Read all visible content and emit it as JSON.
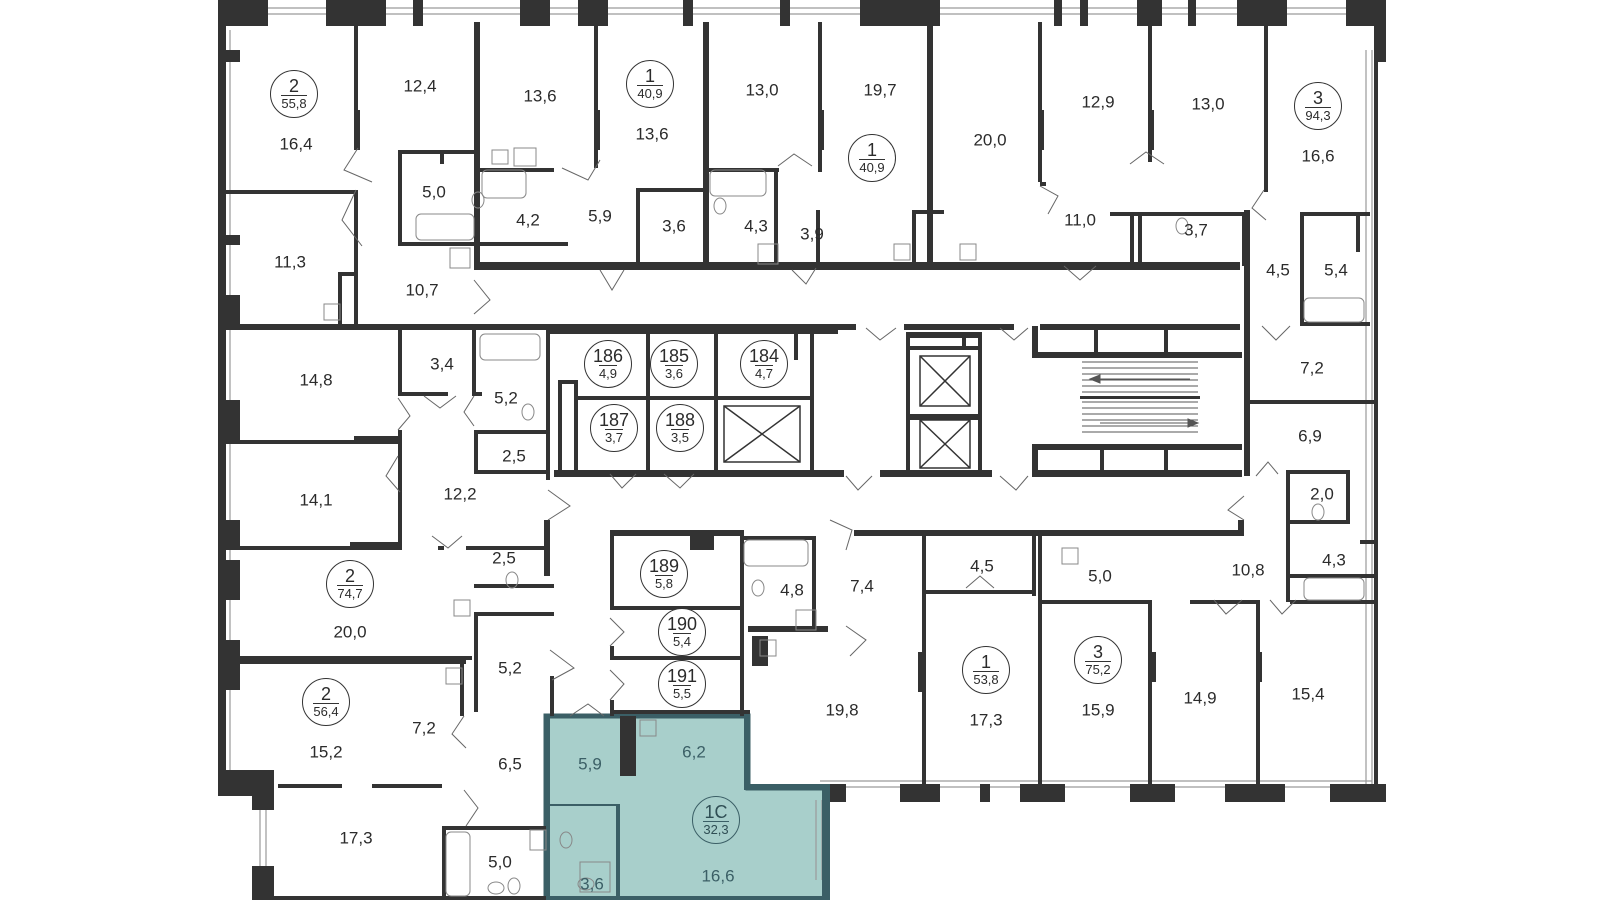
{
  "colors": {
    "wall": "#333333",
    "window": "#9a9a9a",
    "highlight_fill": "#a8cfcb",
    "highlight_wall": "#3b5f66",
    "fixture": "#888888"
  },
  "apartments": [
    {
      "id": "apt-2-55-8",
      "number": "2",
      "area": "55,8"
    },
    {
      "id": "apt-1-40-9-a",
      "number": "1",
      "area": "40,9"
    },
    {
      "id": "apt-1-40-9-b",
      "number": "1",
      "area": "40,9"
    },
    {
      "id": "apt-3-94-3",
      "number": "3",
      "area": "94,3"
    },
    {
      "id": "apt-2-74-7",
      "number": "2",
      "area": "74,7"
    },
    {
      "id": "apt-2-56-4",
      "number": "2",
      "area": "56,4"
    },
    {
      "id": "apt-1-53-8",
      "number": "1",
      "area": "53,8"
    },
    {
      "id": "apt-3-75-2",
      "number": "3",
      "area": "75,2"
    },
    {
      "id": "apt-1c-32-3",
      "number": "1С",
      "area": "32,3",
      "highlighted": true
    }
  ],
  "storages": [
    {
      "number": "186",
      "area": "4,9"
    },
    {
      "number": "185",
      "area": "3,6"
    },
    {
      "number": "184",
      "area": "4,7"
    },
    {
      "number": "187",
      "area": "3,7"
    },
    {
      "number": "188",
      "area": "3,5"
    },
    {
      "number": "189",
      "area": "5,8"
    },
    {
      "number": "190",
      "area": "5,4"
    },
    {
      "number": "191",
      "area": "5,5"
    }
  ],
  "rooms": [
    "16,4",
    "11,3",
    "12,4",
    "5,0",
    "4,2",
    "10,7",
    "13,6",
    "13,6",
    "5,9",
    "3,6",
    "13,0",
    "4,3",
    "3,9",
    "19,7",
    "20,0",
    "12,9",
    "13,0",
    "11,0",
    "3,7",
    "16,6",
    "4,5",
    "5,4",
    "7,2",
    "6,9",
    "2,0",
    "4,3",
    "10,8",
    "14,8",
    "3,4",
    "5,2",
    "2,5",
    "14,1",
    "12,2",
    "2,5",
    "20,0",
    "5,2",
    "15,2",
    "7,2",
    "6,5",
    "17,3",
    "5,0",
    "4,8",
    "7,4",
    "19,8",
    "4,5",
    "17,3",
    "5,0",
    "15,9",
    "14,9",
    "15,4",
    "5,9",
    "6,2",
    "3,6",
    "16,6"
  ]
}
